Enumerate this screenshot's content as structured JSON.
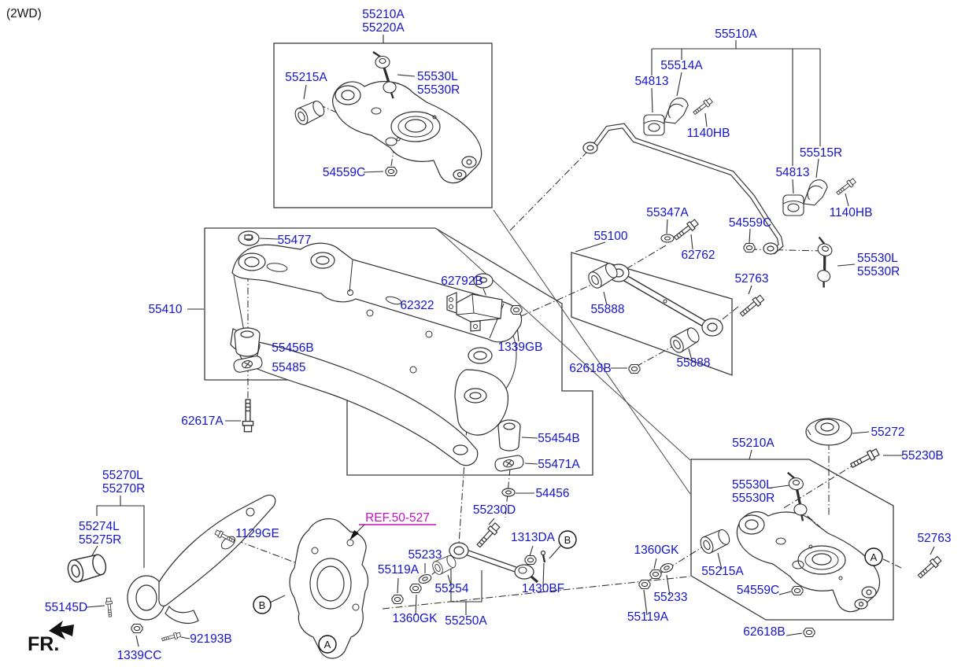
{
  "page": {
    "drive_type": "(2WD)",
    "direction_label": "FR."
  },
  "colors": {
    "label": "#1414cf",
    "ref": "#c411c4",
    "line": "#2e2e2e",
    "bg": "#ffffff"
  },
  "markers": {
    "a": "A",
    "b": "B"
  },
  "ref_callout": {
    "text": "REF.50-527"
  },
  "part_labels": [
    {
      "id": "top-title-1",
      "text": "55210A"
    },
    {
      "id": "top-title-2",
      "text": "55220A"
    },
    {
      "id": "top-bushing",
      "text": "55215A"
    },
    {
      "id": "top-link-l",
      "text": "55530L"
    },
    {
      "id": "top-link-r",
      "text": "55530R"
    },
    {
      "id": "top-nut",
      "text": "54559C"
    },
    {
      "id": "stab-assy",
      "text": "55510A"
    },
    {
      "id": "stab-clamp-left",
      "text": "55514A"
    },
    {
      "id": "stab-bush-left",
      "text": "54813"
    },
    {
      "id": "stab-bolt-left",
      "text": "1140HB"
    },
    {
      "id": "stab-clamp-right",
      "text": "55515R"
    },
    {
      "id": "stab-bush-right",
      "text": "54813"
    },
    {
      "id": "stab-bolt-right",
      "text": "1140HB"
    },
    {
      "id": "stab-nut",
      "text": "54559C"
    },
    {
      "id": "stab-link-l",
      "text": "55530L"
    },
    {
      "id": "stab-link-r",
      "text": "55530R"
    },
    {
      "id": "arm-washer",
      "text": "55347A"
    },
    {
      "id": "arm-assy",
      "text": "55100"
    },
    {
      "id": "arm-bolt",
      "text": "62762"
    },
    {
      "id": "arm-bolt2",
      "text": "52763"
    },
    {
      "id": "arm-bush-1",
      "text": "55888"
    },
    {
      "id": "arm-bush-2",
      "text": "55888"
    },
    {
      "id": "arm-nut",
      "text": "62618B"
    },
    {
      "id": "xm-washer",
      "text": "55477"
    },
    {
      "id": "xm-washer2",
      "text": "62792B"
    },
    {
      "id": "xm-damper",
      "text": "62322"
    },
    {
      "id": "xm-nut",
      "text": "1339GB"
    },
    {
      "id": "crossmember",
      "text": "55410"
    },
    {
      "id": "xm-bushing",
      "text": "55456B"
    },
    {
      "id": "xm-stopper",
      "text": "55485"
    },
    {
      "id": "xm-bolt",
      "text": "62617A"
    },
    {
      "id": "xm-bushing-rr",
      "text": "55454B"
    },
    {
      "id": "xm-stopper-rr",
      "text": "55471A"
    },
    {
      "id": "xm-washer-rr",
      "text": "54456"
    },
    {
      "id": "link-bolt",
      "text": "55230D"
    },
    {
      "id": "link-nut",
      "text": "1313DA"
    },
    {
      "id": "link-pin",
      "text": "1430BF"
    },
    {
      "id": "link-washer",
      "text": "55233"
    },
    {
      "id": "link-nut2",
      "text": "55119A"
    },
    {
      "id": "link-bush",
      "text": "55254"
    },
    {
      "id": "link-nut3",
      "text": "1360GK"
    },
    {
      "id": "link-assy",
      "text": "55250A"
    },
    {
      "id": "trailing-arm-l",
      "text": "55270L"
    },
    {
      "id": "trailing-arm-r",
      "text": "55270R"
    },
    {
      "id": "ta-bush-l",
      "text": "55274L"
    },
    {
      "id": "ta-bush-r",
      "text": "55275R"
    },
    {
      "id": "knuckle-bolt",
      "text": "1129GE"
    },
    {
      "id": "ta-bolt",
      "text": "55145D"
    },
    {
      "id": "ta-nut",
      "text": "1339CC"
    },
    {
      "id": "ta-bolt2",
      "text": "92193B"
    },
    {
      "id": "spring-pad",
      "text": "55272"
    },
    {
      "id": "lca-bolt",
      "text": "55230B"
    },
    {
      "id": "lca-assy",
      "text": "55210A"
    },
    {
      "id": "lca-link-l",
      "text": "55530L"
    },
    {
      "id": "lca-link-r",
      "text": "55530R"
    },
    {
      "id": "lca-nut",
      "text": "1360GK"
    },
    {
      "id": "lca-washer",
      "text": "55233"
    },
    {
      "id": "lca-nut2",
      "text": "55119A"
    },
    {
      "id": "lca-bush",
      "text": "55215A"
    },
    {
      "id": "lca-nut3",
      "text": "54559C"
    },
    {
      "id": "lca-nut4",
      "text": "62618B"
    },
    {
      "id": "lca-bolt2",
      "text": "52763"
    }
  ]
}
